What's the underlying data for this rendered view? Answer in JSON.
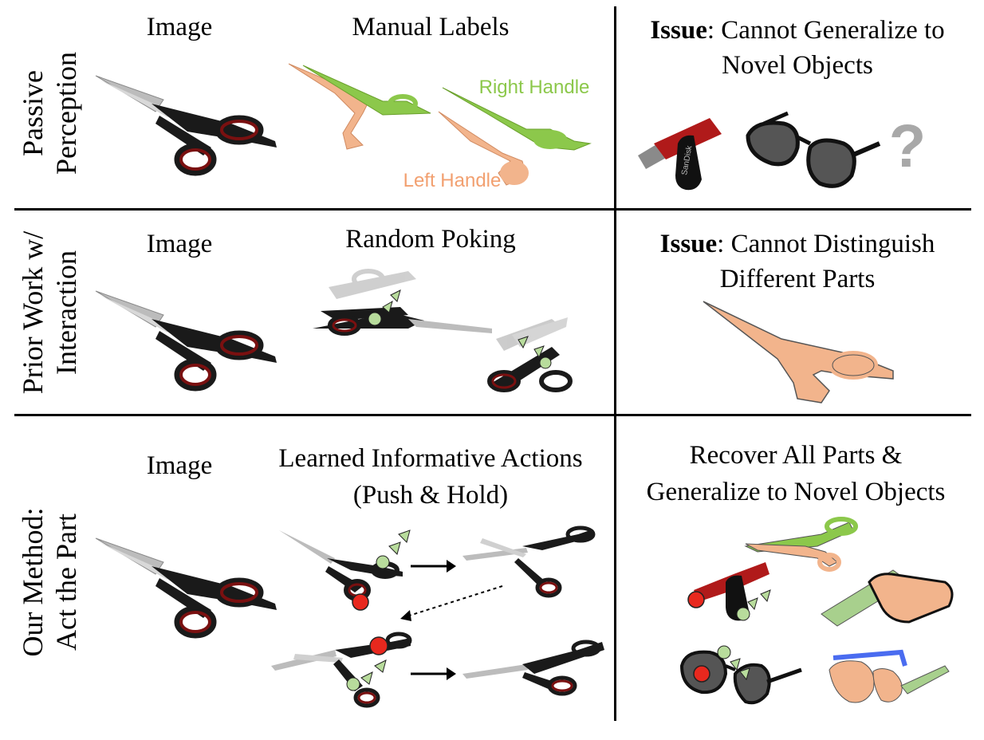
{
  "rows": [
    {
      "label_line1": "Passive",
      "label_line2": "Perception",
      "col1_title": "Image",
      "col2_title": "Manual Labels",
      "right_bold": "Issue",
      "right_rest": ": Cannot Generalize to",
      "right_line2": "Novel Objects",
      "annotations": {
        "right_handle": "Right Handle",
        "left_handle": "Left Handle"
      },
      "usb_brand": "SanDisk",
      "question_mark": "?"
    },
    {
      "label_line1": "Prior Work w/",
      "label_line2": "Interaction",
      "col1_title": "Image",
      "col2_title": "Random Poking",
      "right_bold": "Issue",
      "right_rest": ": Cannot Distinguish",
      "right_line2": "Different Parts"
    },
    {
      "label_line1": "Our Method:",
      "label_line2": "Act the Part",
      "col1_title": "Image",
      "col2_title": "Learned Informative Actions",
      "col2_title_line2": "(Push & Hold)",
      "right_line1": "Recover All Parts &",
      "right_line2": "Generalize to Novel Objects"
    }
  ],
  "colors": {
    "green": "#8cc84b",
    "orange": "#f2b48c",
    "red_dot": "#e8281e",
    "blue": "#4a6cf0",
    "light_green_part": "#a8d08d",
    "handle_dark": "#1a1a1a",
    "handle_ring": "#7a1010"
  },
  "icons": [
    "scissors-icon",
    "usb-drive-icon",
    "sunglasses-icon",
    "question-mark-icon",
    "hold-dot-icon",
    "push-arrow-icon"
  ]
}
